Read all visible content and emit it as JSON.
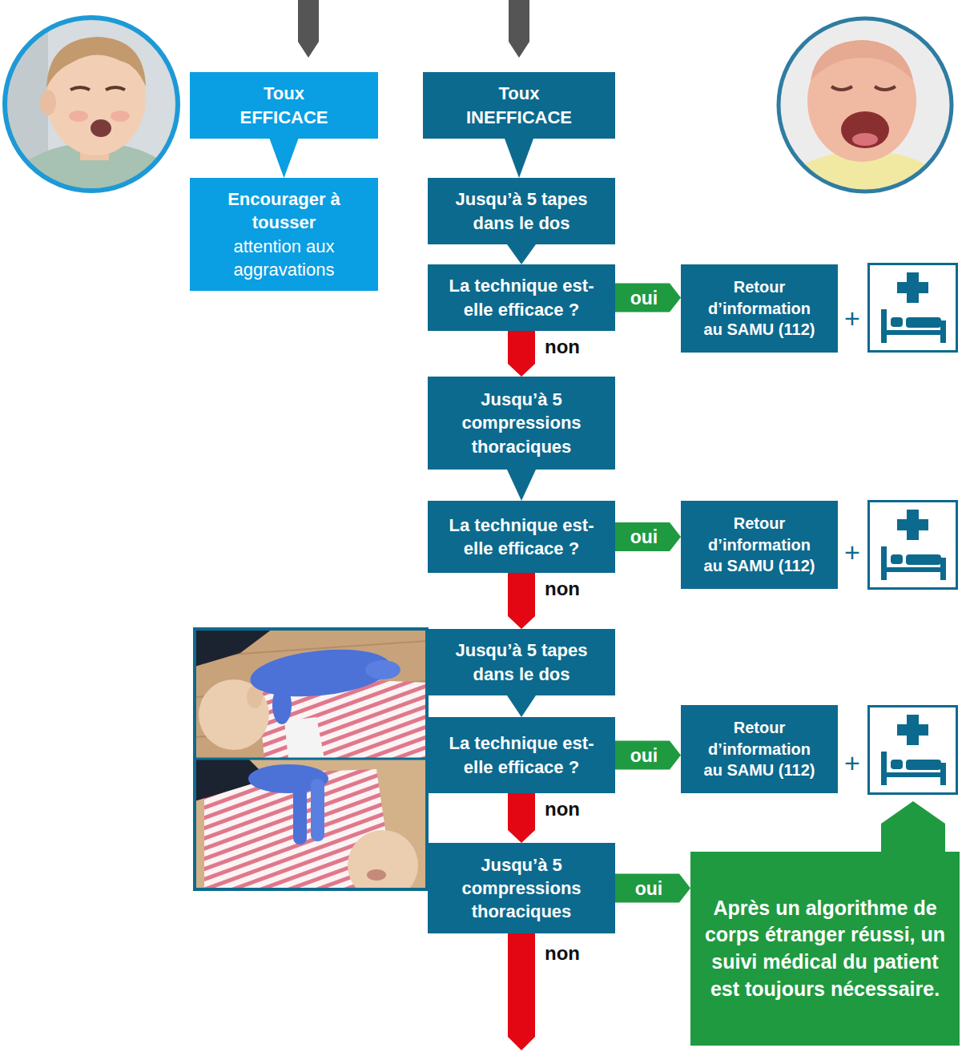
{
  "diagram": {
    "nodes": [
      {
        "text": [
          "Toux EFFICACE"
        ]
      },
      {
        "text": [
          "Toux INEFFICACE"
        ]
      },
      {
        "text": [
          "Encourager à tousser",
          "attention aux aggravations"
        ]
      },
      {
        "text": [
          "Jusqu’à 5 tapes dans le dos"
        ]
      },
      {
        "text": [
          "La technique est-elle efficace ?"
        ]
      },
      {
        "text": [
          "Retour d’information au SAMU (112)"
        ]
      },
      {
        "text": [
          "Jusqu’à 5 compressions thoraciques"
        ]
      },
      {
        "text": [
          "La technique est-elle efficace ?"
        ]
      },
      {
        "text": [
          "Retour d’information au SAMU (112)"
        ]
      },
      {
        "text": [
          "Jusqu’à 5 tapes dans le dos"
        ]
      },
      {
        "text": [
          "La technique est-elle efficace ?"
        ]
      },
      {
        "text": [
          "Retour d’information au SAMU (112)"
        ]
      },
      {
        "text": [
          "Jusqu’à 5 compressions thoraciques"
        ]
      },
      {
        "text": [
          "Après un algorithme de corps étranger réussi, un suivi médical du patient est toujours nécessaire."
        ]
      }
    ],
    "edges": [
      {
        "from": 0,
        "to": 2,
        "arrow": "to"
      },
      {
        "from": 1,
        "to": 3,
        "arrow": "to"
      },
      {
        "from": 3,
        "to": 4,
        "arrow": "to"
      },
      {
        "from": 4,
        "to": 5,
        "label": "oui",
        "arrow": "to"
      },
      {
        "from": 4,
        "to": 6,
        "label": "non",
        "arrow": "to"
      },
      {
        "from": 6,
        "to": 7,
        "arrow": "to"
      },
      {
        "from": 7,
        "to": 8,
        "label": "oui",
        "arrow": "to"
      },
      {
        "from": 7,
        "to": 9,
        "label": "non",
        "arrow": "to"
      },
      {
        "from": 9,
        "to": 10,
        "arrow": "to"
      },
      {
        "from": 10,
        "to": 11,
        "label": "oui",
        "arrow": "to"
      },
      {
        "from": 10,
        "to": 12,
        "label": "non",
        "arrow": "to"
      },
      {
        "from": 12,
        "to": 13,
        "label": "oui",
        "arrow": "to"
      }
    ],
    "labels": [
      "+",
      "+",
      "+",
      "non"
    ]
  }
}
